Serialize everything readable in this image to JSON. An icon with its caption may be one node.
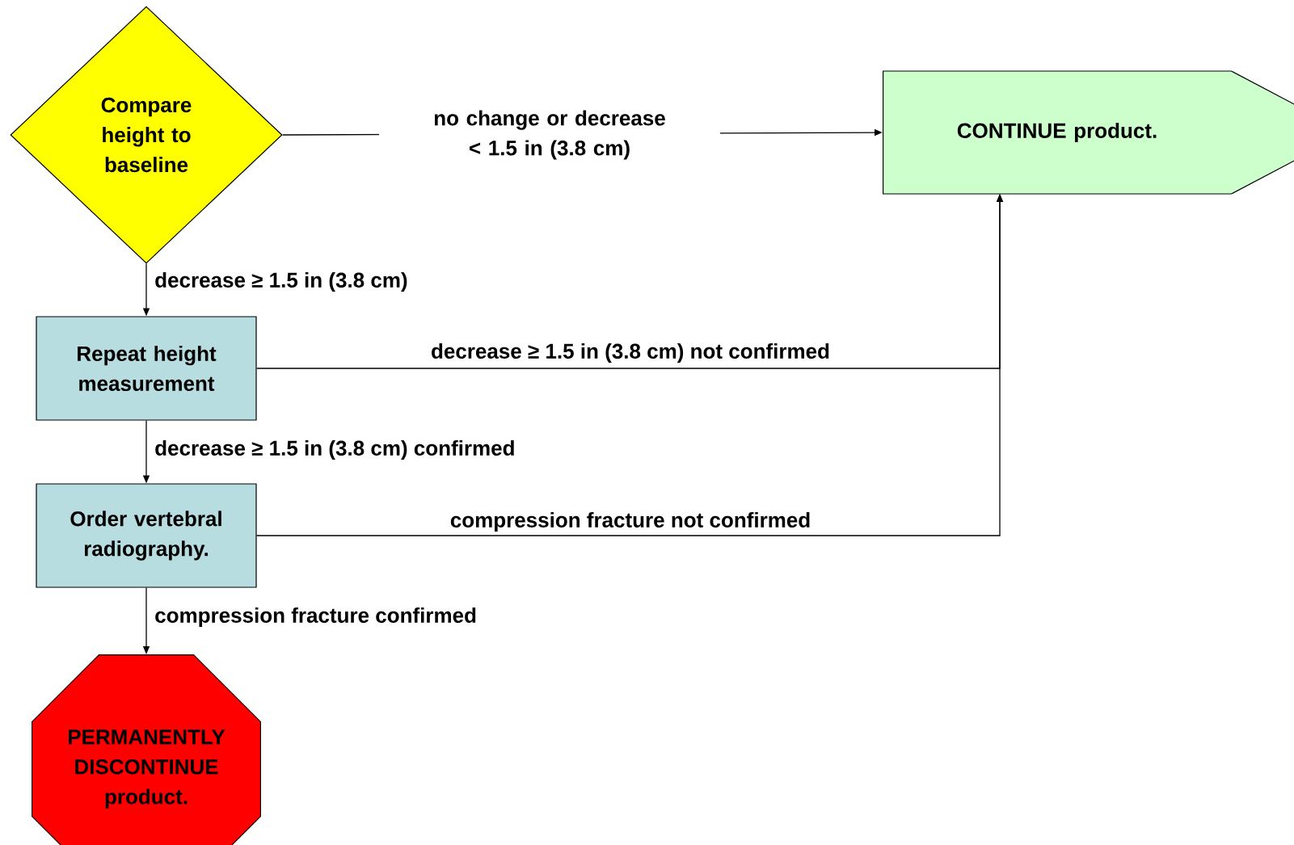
{
  "diagram": {
    "nodes": [
      {
        "text": [
          "Compare height to baseline"
        ]
      },
      {
        "text": [
          "CONTINUE product."
        ]
      },
      {
        "text": [
          "Repeat height measurement"
        ]
      },
      {
        "text": [
          "Order vertebral radiography."
        ]
      },
      {
        "text": [
          "PERMANENTLY DISCONTINUE product."
        ]
      }
    ],
    "edges": [
      {
        "from": 0,
        "to": 1,
        "arrow": "to",
        "label": "no change or decrease < 1.5 in (3.8 cm)"
      },
      {
        "from": 0,
        "to": 2,
        "arrow": "to",
        "label": "decrease ≥ 1.5 in (3.8 cm)"
      },
      {
        "from": 2,
        "to": 1,
        "arrow": "to",
        "label": "decrease ≥ 1.5 in (3.8 cm) not confirmed"
      },
      {
        "from": 2,
        "to": 3,
        "arrow": "to",
        "label": "decrease ≥ 1.5 in (3.8 cm) confirmed"
      },
      {
        "from": 3,
        "to": 1,
        "arrow": "to",
        "label": "compression fracture not confirmed"
      },
      {
        "from": 3,
        "to": 4,
        "arrow": "to",
        "label": "compression fracture confirmed"
      }
    ]
  }
}
